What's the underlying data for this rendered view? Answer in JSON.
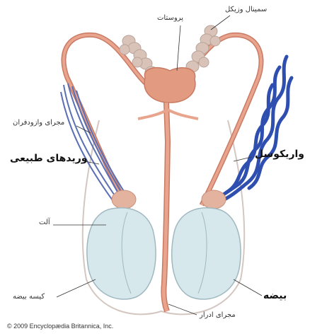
{
  "labels": {
    "prostate": "پروستات",
    "seminal_vesicle": "سمینال وزیکل",
    "vas_deferens": "مجرای وازودفران",
    "normal_veins": "وریدهای طبیعی",
    "varicocele": "واریکوسل",
    "penis": "آلت",
    "scrotum": "کیسه بیضه",
    "testis": "بیضه",
    "urethra": "مجرای ادرار"
  },
  "copyright": "© 2009 Encyclopædia Britannica, Inc.",
  "colors": {
    "duct": "#e8a48c",
    "duct_stroke": "#c97a63",
    "gland": "#e29b80",
    "vesicle": "#d9c2b8",
    "vein_normal": "#5b6fb5",
    "vein_varicocele": "#2f4fb0",
    "testis": "#d7e8ec",
    "testis_stroke": "#9fb8bf",
    "scrotum_outline": "#d4c6c0"
  }
}
